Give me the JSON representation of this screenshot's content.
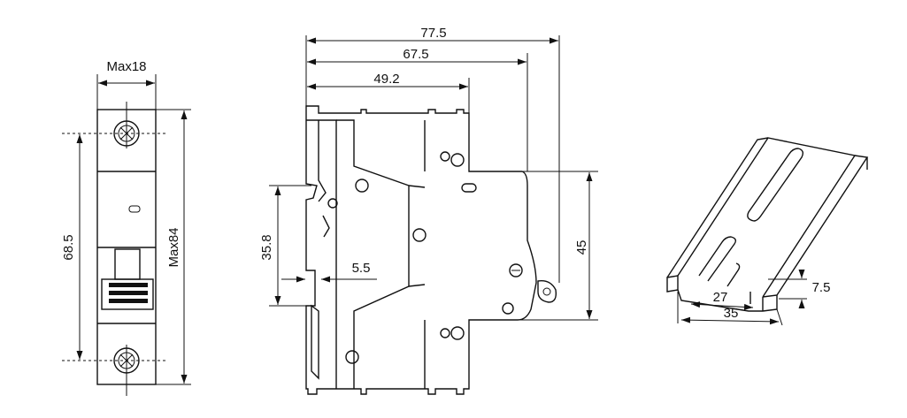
{
  "front_view": {
    "width_label": "Max18",
    "height_label": "Max84",
    "mount_label": "68.5"
  },
  "side_view": {
    "dim_total_label": "77.5",
    "dim_mid_label": "67.5",
    "dim_short_label": "49.2",
    "dim_left_label": "35.8",
    "dim_gap_label": "5.5",
    "dim_right_label": "45"
  },
  "din_rail": {
    "inner_width_label": "27",
    "outer_width_label": "35",
    "depth_label": "7.5"
  }
}
